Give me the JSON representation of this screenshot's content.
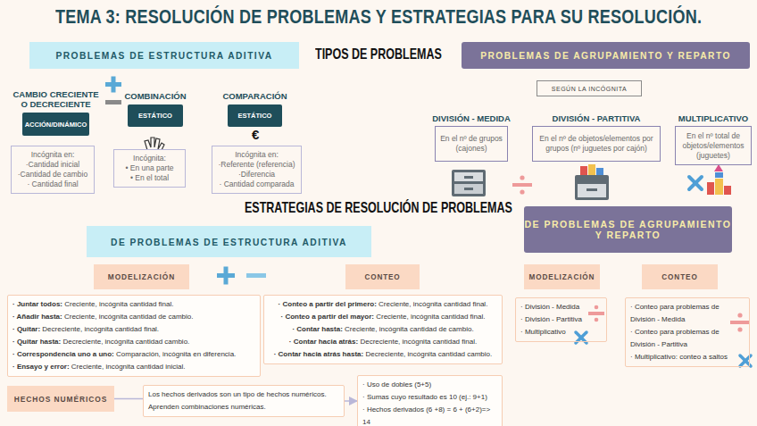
{
  "diagram": {
    "title": "TEMA 3: RESOLUCIÓN DE PROBLEMAS Y ESTRATEGIAS PARA SU RESOLUCIÓN.",
    "nodes": [
      {
        "text": [
          "PROBLEMAS DE ESTRUCTURA ADITIVA"
        ]
      },
      {
        "text": [
          "PROBLEMAS DE AGRUPAMIENTO Y REPARTO"
        ]
      },
      {
        "text": [
          "CAMBIO CRECIENTE O DECRECIENTE",
          "ACCIÓN/DINÁMICO"
        ]
      },
      {
        "text": [
          "Incógnita en:",
          "·Cantidad inicial",
          "·Cantidad de cambio",
          "· Cantidad final"
        ]
      },
      {
        "text": [
          "COMBINACIÓN",
          "ESTÁTICO"
        ]
      },
      {
        "text": [
          "Incógnita:",
          "• En una parte",
          "• En el total"
        ]
      },
      {
        "text": [
          "COMPARACIÓN",
          "ESTÁTICO"
        ]
      },
      {
        "text": [
          "Incógnita en:",
          "·Referente (referencia)",
          "·Diferencia",
          "· Cantidad comparada"
        ]
      },
      {
        "text": [
          "SEGÚN LA INCÓGNITA"
        ]
      },
      {
        "text": [
          "DIVISIÓN - MEDIDA",
          "En el nº de grupos (cajones)"
        ]
      },
      {
        "text": [
          "DIVISIÓN - PARTITIVA",
          "En el nº de objetos/elementos por grupos (nº juguetes por cajón)"
        ]
      },
      {
        "text": [
          "MULTIPLICATIVO",
          "En el nº total de objetos/elementos (juguetes)"
        ]
      },
      {
        "text": [
          "DE PROBLEMAS DE ESTRUCTURA ADITIVA"
        ]
      },
      {
        "text": [
          "DE PROBLEMAS DE AGRUPAMIENTO Y REPARTO"
        ]
      },
      {
        "text": [
          "MODELIZACIÓN"
        ]
      },
      {
        "text": [
          "CONTEO"
        ]
      },
      {
        "text": [
          "MODELIZACIÓN"
        ]
      },
      {
        "text": [
          "CONTEO"
        ]
      },
      {
        "text": [
          "· Juntar todos: Creciente, incógnita cantidad final.",
          "· Añadir hasta: Creciente,  incógnita cantidad de cambio.",
          "· Quitar: Decreciente, incógnita cantidad final.",
          "· Quitar hasta: Decreciente, incógnita cantidad cambio.",
          "· Correspondencia uno a uno: Comparación, incógnita en diferencia.",
          "· Ensayo y error: Creciente, incógnita cantidad inicial."
        ]
      },
      {
        "text": [
          "· Conteo a partir del primero: Creciente, incógnita cantidad final.",
          "· Conteo a partir del mayor: Creciente, incógnita cantidad final.",
          "· Contar hasta: Creciente, incógnita cantidad de cambio.",
          "· Contar hacia atrás: Decreciente, incógnita cantidad final.",
          "· Contar hacia atrás hasta: Decreciente, incógnita cantidad cambio."
        ]
      },
      {
        "text": [
          "· División - Medida",
          "· División - Partitiva",
          "· Multiplicativo"
        ]
      },
      {
        "text": [
          "· Conteo para problemas de División - Medida",
          "· Conteo para problemas de División - Partitiva",
          "· Multiplicativo: conteo a saltos"
        ]
      },
      {
        "text": [
          "HECHOS NUMÉRICOS"
        ]
      },
      {
        "text": [
          "Los hechos derivados son un tipo de hechos numéricos.",
          "Aprenden combinaciones numéricas."
        ]
      },
      {
        "text": [
          "· Uso de dobles (5+5)",
          "· Sumas cuyo resultado es 10 (ej.: 9+1)",
          "· Hechos derivados (6 +8) = 6 + (6+2)=> 14"
        ]
      }
    ],
    "edges": [
      {
        "from": 22,
        "to": 23,
        "arrow": "none"
      },
      {
        "from": 23,
        "to": 24,
        "arrow": "to"
      }
    ],
    "labels": [
      "TIPOS DE PROBLEMAS",
      "ESTRATEGIAS DE RESOLUCIÓN DE PROBLEMAS",
      "€"
    ]
  }
}
